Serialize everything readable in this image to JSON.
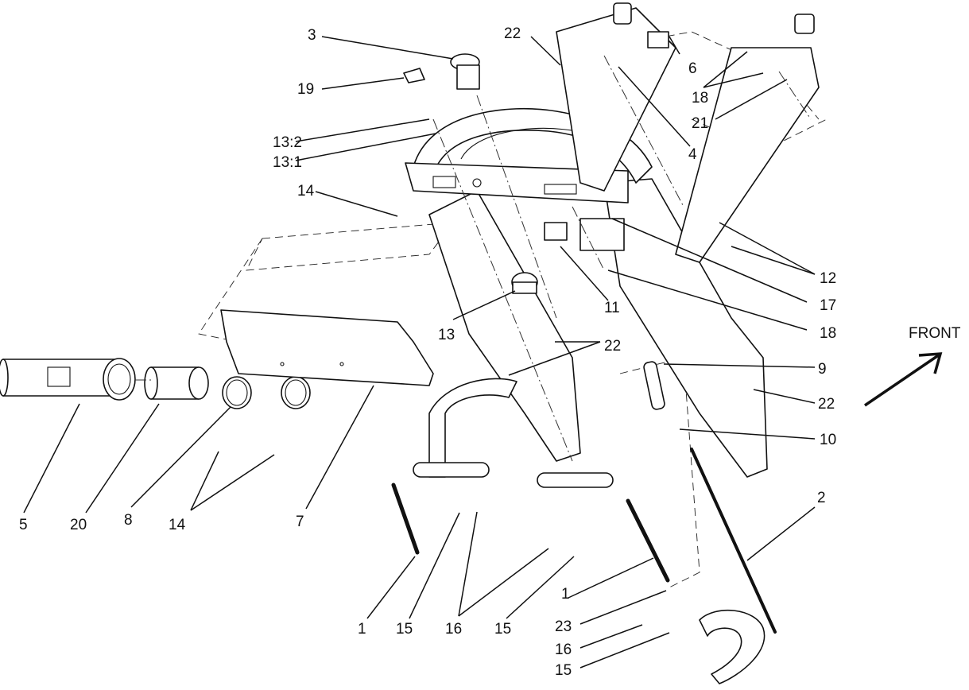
{
  "callouts": {
    "c1a": "1",
    "c1b": "1",
    "c2": "2",
    "c3": "3",
    "c4": "4",
    "c5": "5",
    "c6": "6",
    "c7": "7",
    "c8": "8",
    "c9": "9",
    "c10": "10",
    "c11": "11",
    "c12": "12",
    "c13": "13",
    "c13_1": "13:1",
    "c13_2": "13:2",
    "c14a": "14",
    "c14b": "14",
    "c15a": "15",
    "c15b": "15",
    "c15c": "15",
    "c16a": "16",
    "c16b": "16",
    "c17": "17",
    "c18a": "18",
    "c18b": "18",
    "c19": "19",
    "c20": "20",
    "c21": "21",
    "c22a": "22",
    "c22b": "22",
    "c22c": "22",
    "c23": "23"
  },
  "direction_label": "FRONT"
}
